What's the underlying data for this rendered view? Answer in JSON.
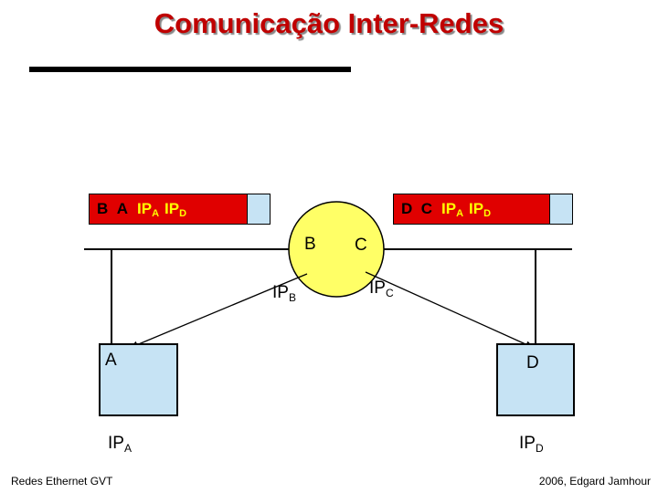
{
  "title": "Comunicação Inter-Redes",
  "packet_left": {
    "src": "B",
    "dst": "A",
    "ip1": "IP",
    "ip1_sub": "A",
    "ip2": "IP",
    "ip2_sub": "D"
  },
  "packet_right": {
    "src": "D",
    "dst": "C",
    "ip1": "IP",
    "ip1_sub": "A",
    "ip2": "IP",
    "ip2_sub": "D"
  },
  "router": {
    "if_left": "B",
    "if_right": "C",
    "ip_left": "IP",
    "ip_left_sub": "B",
    "ip_right": "IP",
    "ip_right_sub": "C"
  },
  "host_a": {
    "name": "A",
    "ip": "IP",
    "ip_sub": "A"
  },
  "host_d": {
    "name": "D",
    "ip": "IP",
    "ip_sub": "D"
  },
  "colors": {
    "title": "#c00000",
    "packet_header": "#e00000",
    "ip_text": "#ffff00",
    "payload": "#c6e3f4",
    "router": "#ffff66"
  },
  "footer": {
    "left": "Redes Ethernet GVT",
    "right": "2006, Edgard Jamhour"
  }
}
